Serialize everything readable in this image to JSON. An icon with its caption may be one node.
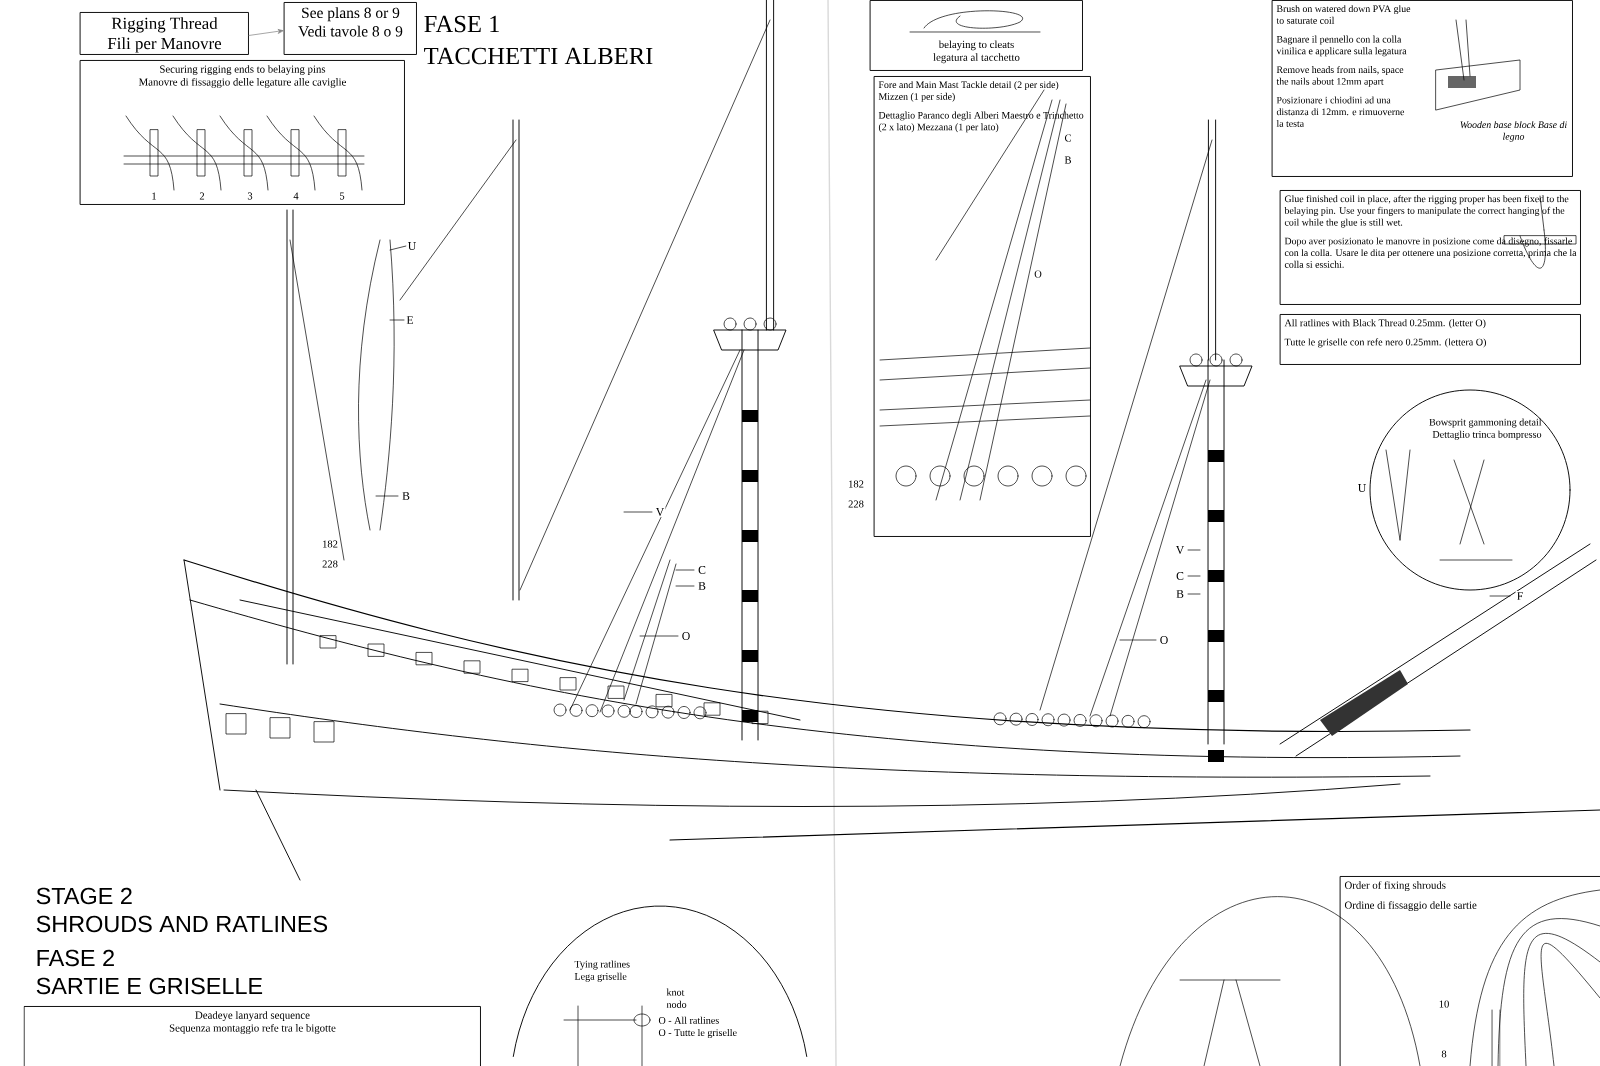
{
  "diagram": {
    "nodes": [
      {
        "text": [
          "Rigging Thread",
          "Fili per Manovre"
        ]
      },
      {
        "text": [
          "See plans 8 or 9",
          "Vedi tavole 8 o 9"
        ]
      },
      {
        "text": [
          "Securing rigging ends to belaying pins",
          "Manovre di fissaggio delle legature alle caviglie"
        ]
      },
      {
        "text": [
          "belaying to cleats",
          "legatura al tacchetto"
        ]
      },
      {
        "text": [
          "Fore and Main Mast Tackle detail (2 per side) Mizzen (1 per side)",
          "Dettaglio Paranco degli Alberi Maestro e Trinchetto (2 x lato) Mezzana (1 per lato)"
        ]
      },
      {
        "text": [
          "Brush on watered down PVA glue to saturate coil",
          "Bagnare il pennello con la colla vinilica e applicare sulla legatura",
          "Remove heads from nails, space the nails about 12mm apart",
          "Posizionare i chiodini ad una distanza di 12mm. e rimuoverne la testa",
          "Wooden base block Base di legno"
        ]
      },
      {
        "text": [
          "Glue finished coil in place, after the rigging proper has been fixed to the belaying pin. Use your fingers to manipulate the correct hanging of the coil while the glue is still wet.",
          "Dopo aver posizionato le manovre in posizione come da disegno, fissarle con la colla. Usare le dita per ottenere una posizione corretta, prima che la colla si essichi."
        ]
      },
      {
        "text": [
          "All ratlines with Black Thread 0.25mm. (letter O)",
          "Tutte le griselle con refe nero 0.25mm. (lettera O)"
        ]
      },
      {
        "text": [
          "Bowsprit gammoning detail",
          "Dettaglio trinca bompresso"
        ]
      },
      {
        "text": [
          "Deadeye lanyard sequence",
          "Sequenza montaggio refe tra le bigotte"
        ]
      },
      {
        "text": [
          "Tying ratlines",
          "Lega griselle",
          "knot",
          "nodo",
          "O - All ratlines",
          "O - Tutte le griselle"
        ]
      },
      {
        "text": [
          "Order of fixing shrouds",
          "Ordine di fissaggio delle sartie"
        ]
      }
    ],
    "edges": [
      {
        "from": 0,
        "to": 1,
        "arrow": "to"
      }
    ],
    "labels": [
      "FASE 1",
      "TACCHETTI ALBERI",
      "1",
      "2",
      "3",
      "4",
      "5",
      "U",
      "E",
      "B",
      "182",
      "228",
      "C",
      "B",
      "O",
      "182",
      "228",
      "V",
      "C",
      "B",
      "O",
      "V",
      "C",
      "B",
      "O",
      "U",
      "F",
      "STAGE 2",
      "SHROUDS AND RATLINES",
      "FASE 2",
      "SARTIE E GRISELLE",
      "10",
      "8"
    ]
  }
}
